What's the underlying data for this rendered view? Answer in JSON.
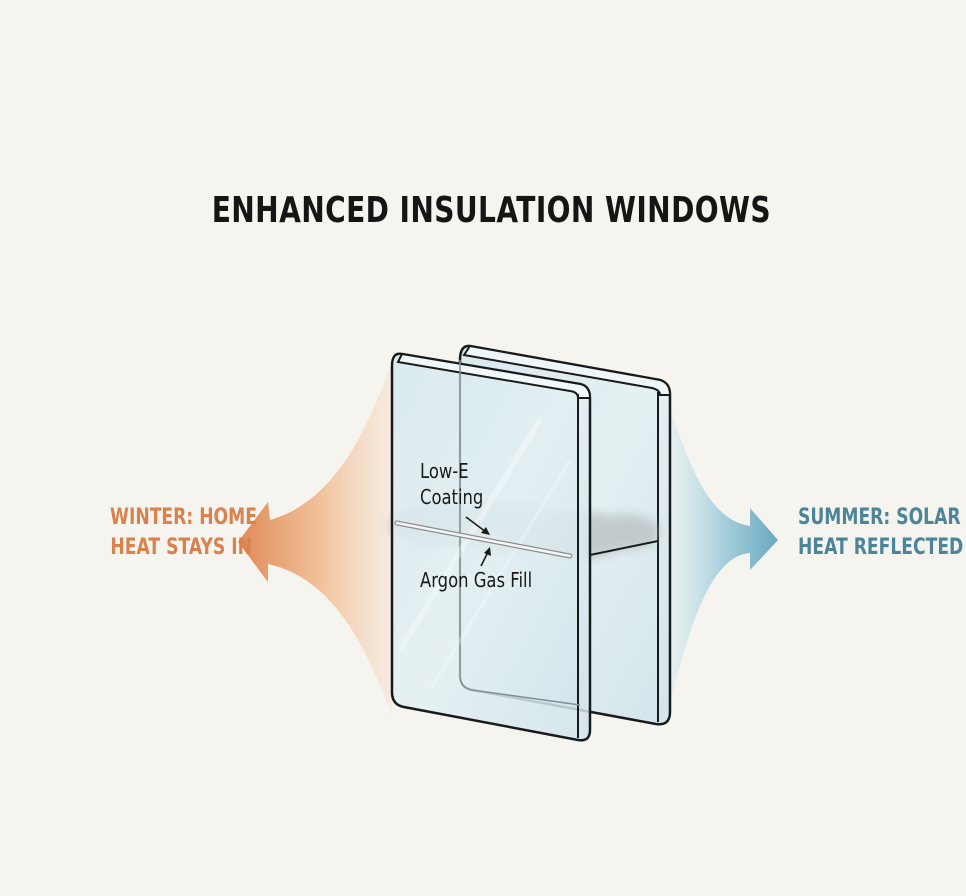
{
  "title": "ENHANCED INSULATION WINDOWS",
  "winter": {
    "line1": "WINTER: HOME",
    "line2": "HEAT STAYS IN",
    "color": "#d9824d"
  },
  "summer": {
    "line1": "SUMMER: SOLAR",
    "line2": "HEAT REFLECTED",
    "color": "#4c8498"
  },
  "labels": {
    "coating_line1": "Low-E",
    "coating_line2": "Coating",
    "gas": "Argon Gas Fill"
  },
  "colors": {
    "background": "#f6f4ef",
    "glass": "#d7e9ee",
    "outline": "#1a1a1a"
  }
}
